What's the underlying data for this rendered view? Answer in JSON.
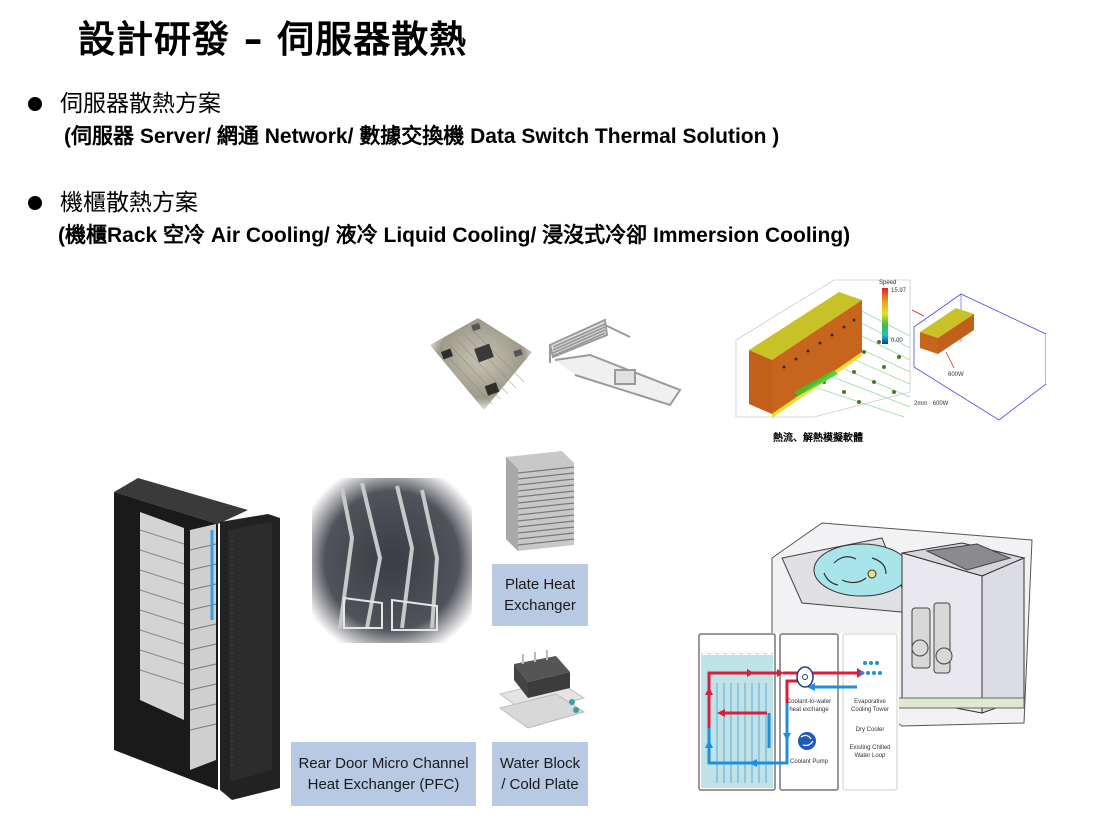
{
  "slide": {
    "title": "設計研發 – 伺服器散熱",
    "bullets": [
      {
        "heading": "伺服器散熱方案",
        "detail": "(伺服器 Server/ 網通 Network/ 數據交換機 Data Switch Thermal  Solution )"
      },
      {
        "heading": "機櫃散熱方案",
        "detail": "(機櫃Rack 空冷 Air Cooling/ 液冷 Liquid Cooling/ 浸沒式冷卻 Immersion Cooling)"
      }
    ]
  },
  "images": {
    "simulation_caption": "熱流、解熱模擬軟體",
    "simulation_power_label": "600W",
    "simulation_note": "2mm · 600W",
    "plate_heat_exchanger_label_l1": "Plate Heat",
    "plate_heat_exchanger_label_l2": "Exchanger",
    "rear_door_label_l1": "Rear Door Micro Channel",
    "rear_door_label_l2": "Heat Exchanger  (PFC)",
    "water_block_label_l1": "Water Block",
    "water_block_label_l2": "/ Cold Plate",
    "immersion_diagram": {
      "heat_exchange_l1": "Coolant-to-water",
      "heat_exchange_l2": "heat exchange",
      "pump": "Coolant Pump",
      "tower_l1": "Evaporative",
      "tower_l2": "Cooling Tower",
      "dry_cooler": "Dry Cooler",
      "chilled_l1": "Existing Chilled",
      "chilled_l2": "Water Loop"
    }
  },
  "colors": {
    "label_box": "#b7c9e3",
    "hot_loop": "#d81e3c",
    "cold_loop": "#1e90d8"
  }
}
